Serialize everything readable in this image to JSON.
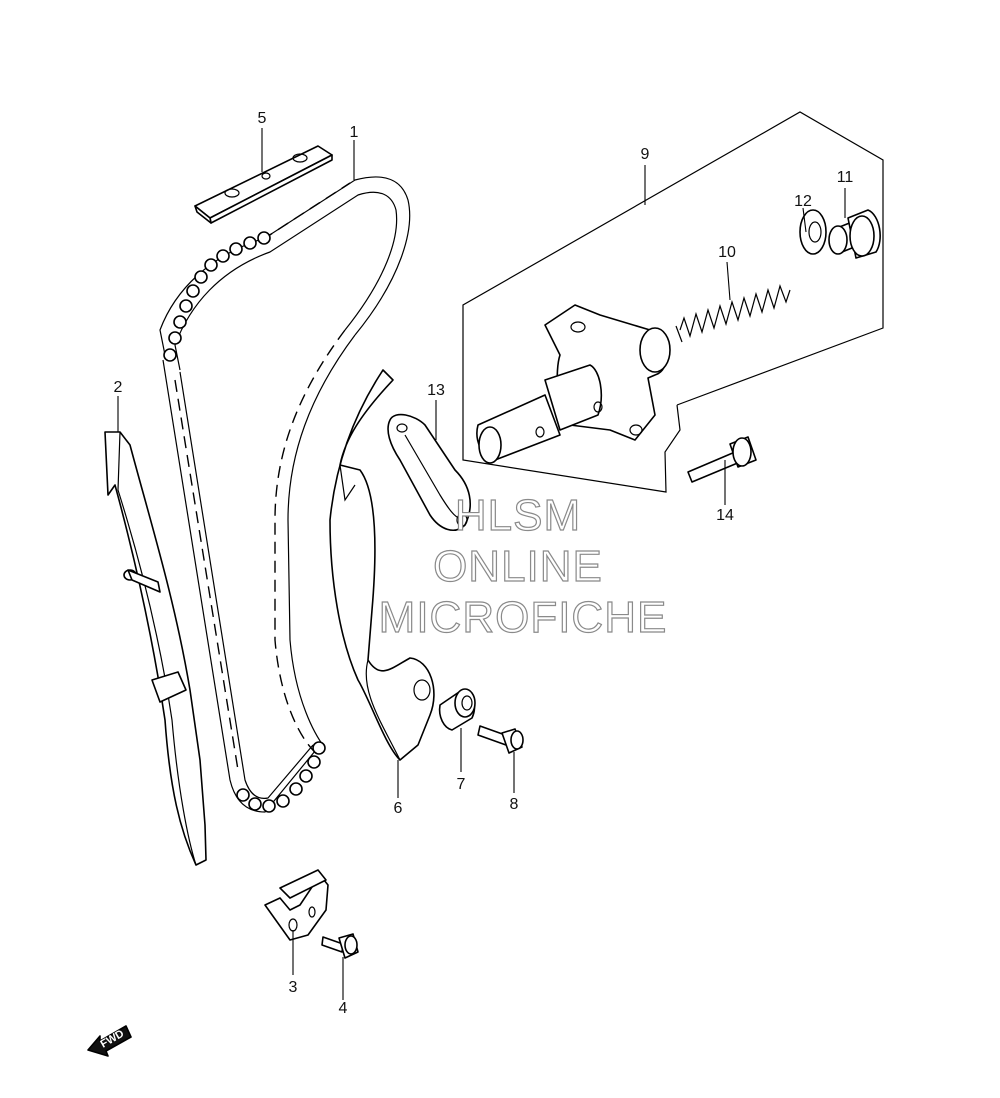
{
  "callouts": {
    "c1": "1",
    "c2": "2",
    "c3": "3",
    "c4": "4",
    "c5": "5",
    "c6": "6",
    "c7": "7",
    "c8": "8",
    "c9": "9",
    "c10": "10",
    "c11": "11",
    "c12": "12",
    "c13": "13",
    "c14": "14"
  },
  "watermark": {
    "line1": "HLSM",
    "line2": "ONLINE",
    "line3": "MICROFICHE"
  },
  "direction_badge": {
    "label": "FWD"
  }
}
